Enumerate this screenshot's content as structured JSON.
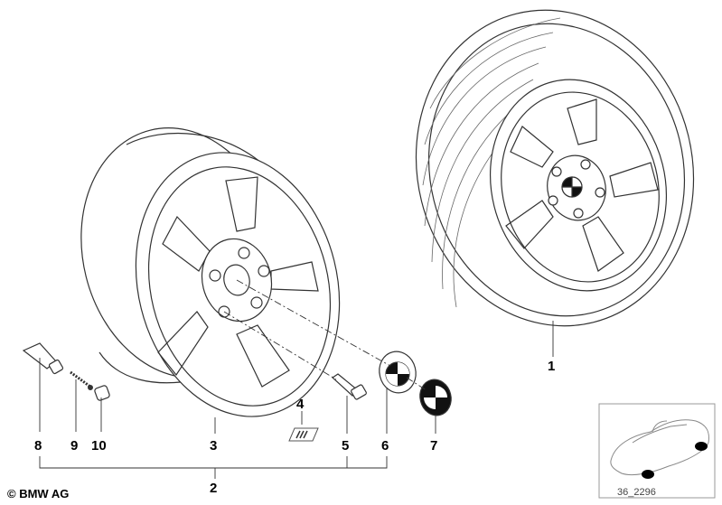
{
  "diagram": {
    "copyright": "BMW AG",
    "callouts": {
      "c1": "1",
      "c2": "2",
      "c3": "3",
      "c4": "4",
      "c5": "5",
      "c6": "6",
      "c7": "7",
      "c8": "8",
      "c9": "9",
      "c10": "10"
    },
    "thumbnail_code": "36_2296"
  }
}
